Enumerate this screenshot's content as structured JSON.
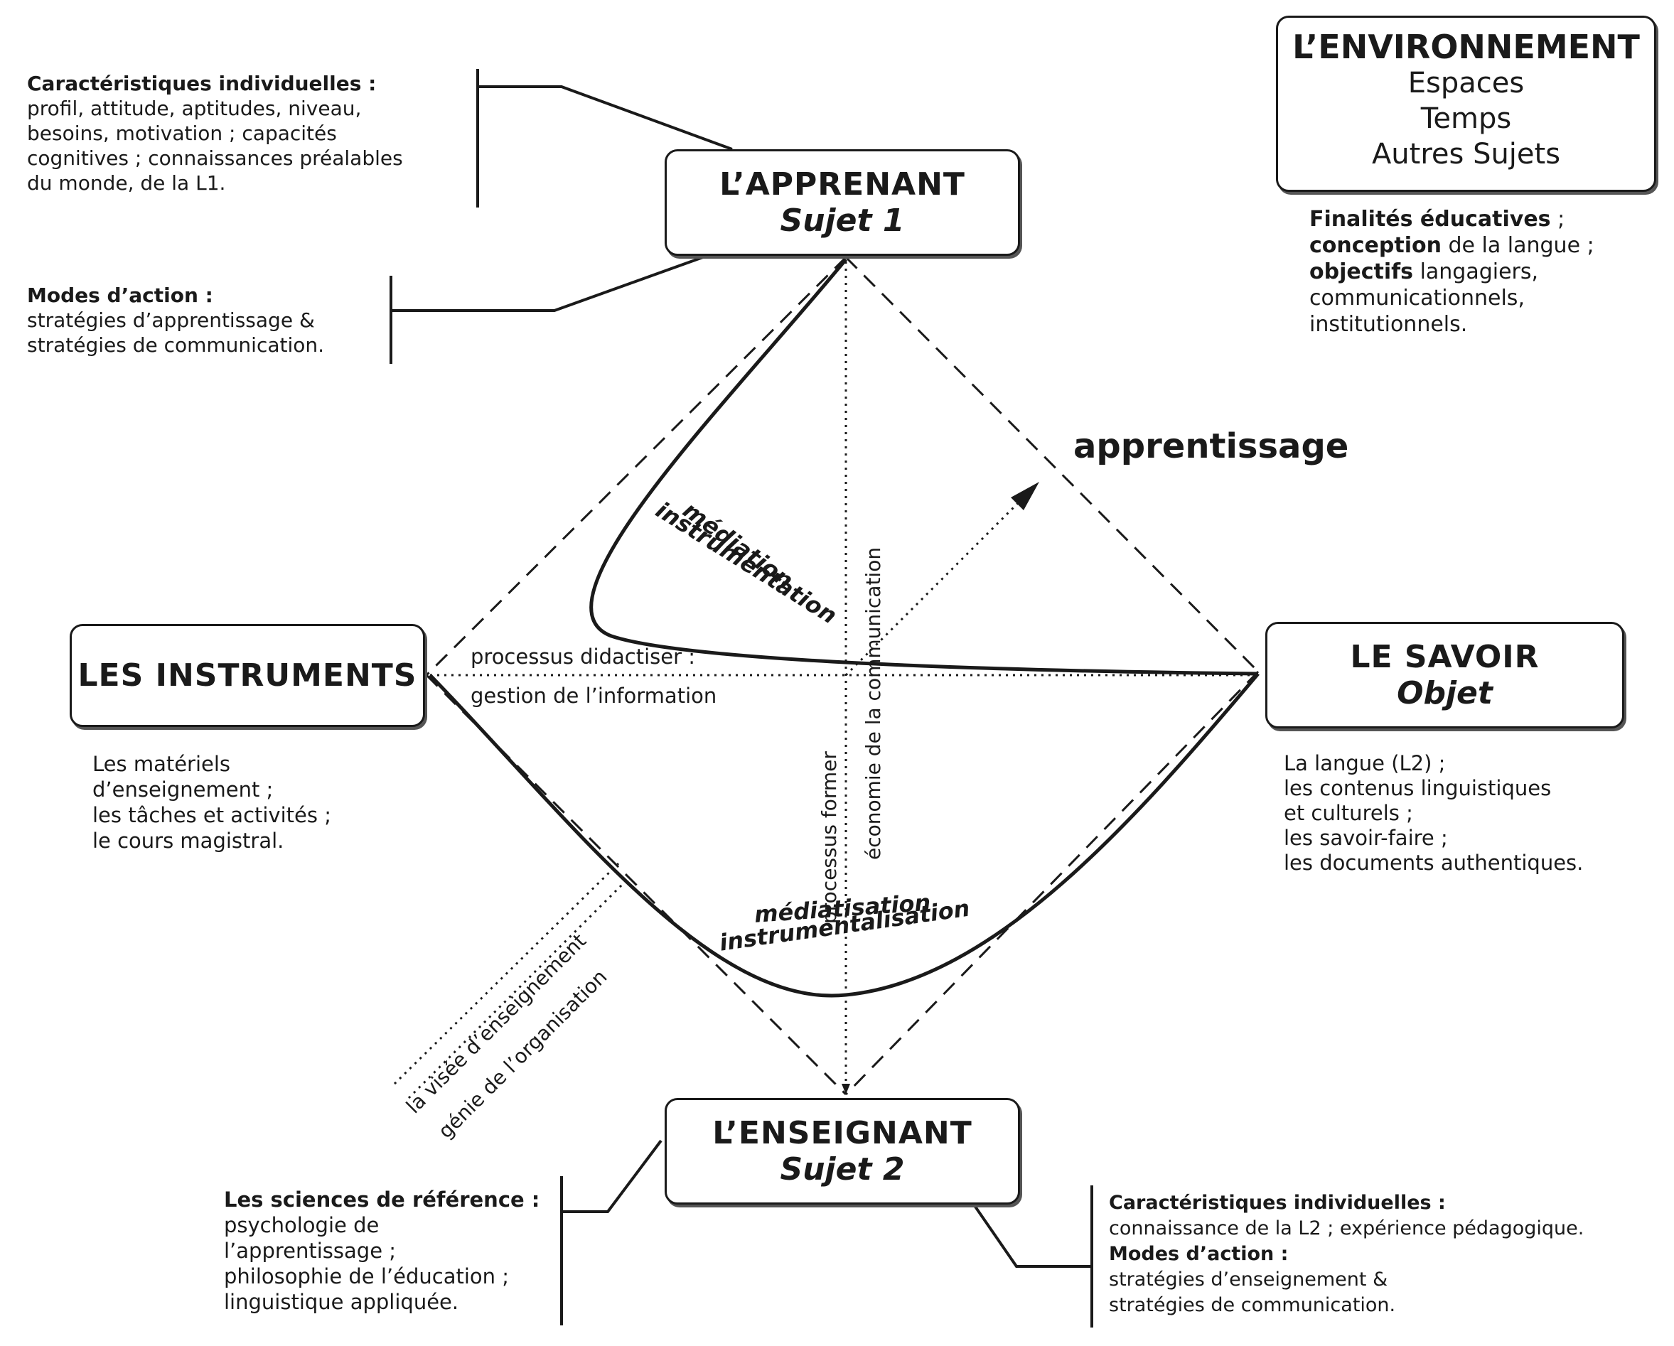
{
  "environment": {
    "title": "L’ENVIRONNEMENT",
    "lines": [
      "Espaces",
      "Temps",
      "Autres Sujets"
    ]
  },
  "finalites": {
    "line1_bold": "Finalités éducatives",
    "line1_rest": " ;",
    "line2_bold": "conception",
    "line2_rest": " de la langue ;",
    "line3_bold": "objectifs",
    "line3_rest": " langagiers,",
    "line4": "communicationnels,",
    "line5": "institutionnels."
  },
  "apprenant": {
    "title": "L’APPRENANT",
    "subtitle": "Sujet 1"
  },
  "instruments": {
    "title": "LES INSTRUMENTS"
  },
  "savoir": {
    "title": "LE SAVOIR",
    "subtitle": "Objet"
  },
  "enseignant": {
    "title": "L’ENSEIGNANT",
    "subtitle": "Sujet 2"
  },
  "apprenant_caract": {
    "heading": "Caractéristiques individuelles :",
    "lines": [
      "profil, attitude, aptitudes, niveau,",
      "besoins, motivation ; capacités",
      "cognitives ; connaissances préalables",
      "du monde, de la L1."
    ]
  },
  "apprenant_modes": {
    "heading": "Modes d’action :",
    "lines": [
      "stratégies d’apprentissage &",
      "stratégies de communication."
    ]
  },
  "instruments_desc": {
    "lines": [
      "Les matériels",
      "d’enseignement ;",
      "les tâches et activités ;",
      "le cours magistral."
    ]
  },
  "savoir_desc": {
    "lines": [
      "La langue (L2) ;",
      "les contenus linguistiques",
      "et culturels ;",
      "les savoir-faire ;",
      "les documents authentiques."
    ]
  },
  "sciences": {
    "heading": "Les sciences de référence :",
    "lines": [
      "psychologie de",
      "l’apprentissage ;",
      "philosophie de l’éducation ;",
      "linguistique appliquée."
    ]
  },
  "enseignant_caract": {
    "heading": "Caractéristiques individuelles :",
    "line1": "connaissance de la L2 ; expérience pédagogique.",
    "heading2": "Modes d’action :",
    "lines": [
      "stratégies d’enseignement &",
      "stratégies de communication."
    ]
  },
  "labels": {
    "apprentissage": "apprentissage",
    "processus_didactiser": "processus didactiser :",
    "gestion_information": "gestion de l’information",
    "economie": "économie de la communication",
    "processus_former": "processus former",
    "visee": "la visée d’enseignement",
    "genie": "génie de l’organisation",
    "mediation": "médiation",
    "instrumentation": "instrumentation",
    "mediatisation": "médiatisation",
    "instrumentalisation": "instrumentalisation"
  }
}
